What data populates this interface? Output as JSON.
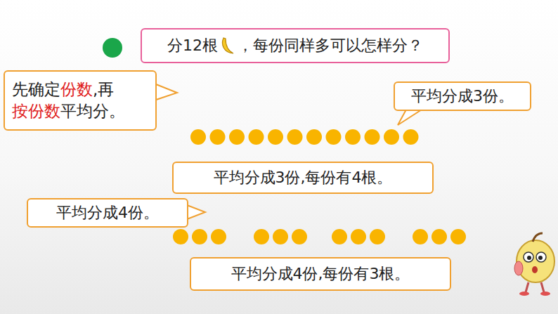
{
  "diagram": {
    "nodes": [
      {
        "text": [
          "分12根",
          "，每份同样多可以怎样分？"
        ]
      },
      {
        "text": [
          "先确定",
          "份数",
          ",再",
          "按份数",
          "平均分。"
        ]
      },
      {
        "text": [
          "平均分成3份。"
        ]
      },
      {
        "text": [
          "平均分成3份,每份有4根。"
        ]
      },
      {
        "text": [
          "平均分成4份。"
        ]
      },
      {
        "text": [
          "平均分成4份,每份有3根。"
        ]
      }
    ]
  }
}
